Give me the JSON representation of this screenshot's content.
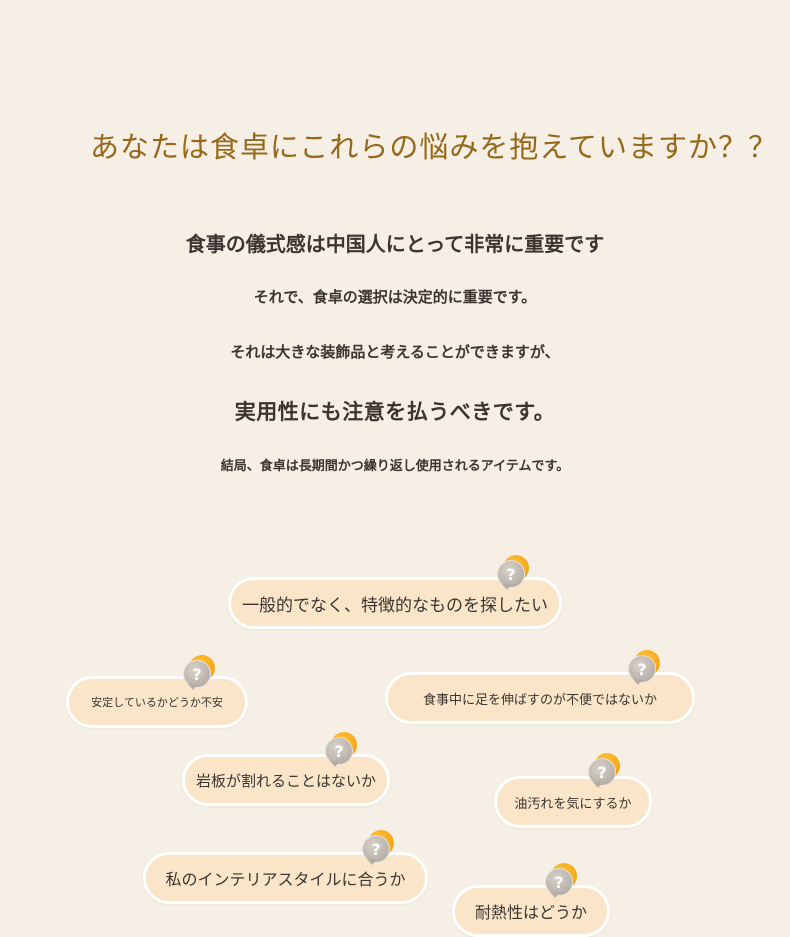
{
  "headline": "あなたは食卓にこれらの悩みを抱えていますか？？",
  "intro": {
    "line1": "食事の儀式感は中国人にとって非常に重要です",
    "line2": "それで、食卓の選択は決定的に重要です。",
    "line3": "それは大きな装飾品と考えることができますが、",
    "line4": "実用性にも注意を払うべきです。",
    "line5": "結局、食卓は長期間かつ繰り返し使用されるアイテムです。"
  },
  "concerns": {
    "icon": "question-bubble-icon",
    "icon_glyph": "?",
    "accent_color": "#f29a0c",
    "bubble_color": "#fbe5c9",
    "items": [
      "一般的でなく、特徴的なものを探したい",
      "安定しているかどうか不安",
      "食事中に足を伸ばすのが不便ではないか",
      "岩板が割れることはないか",
      "油汚れを気にするか",
      "私のインテリアスタイルに合うか",
      "耐熱性はどうか"
    ]
  }
}
